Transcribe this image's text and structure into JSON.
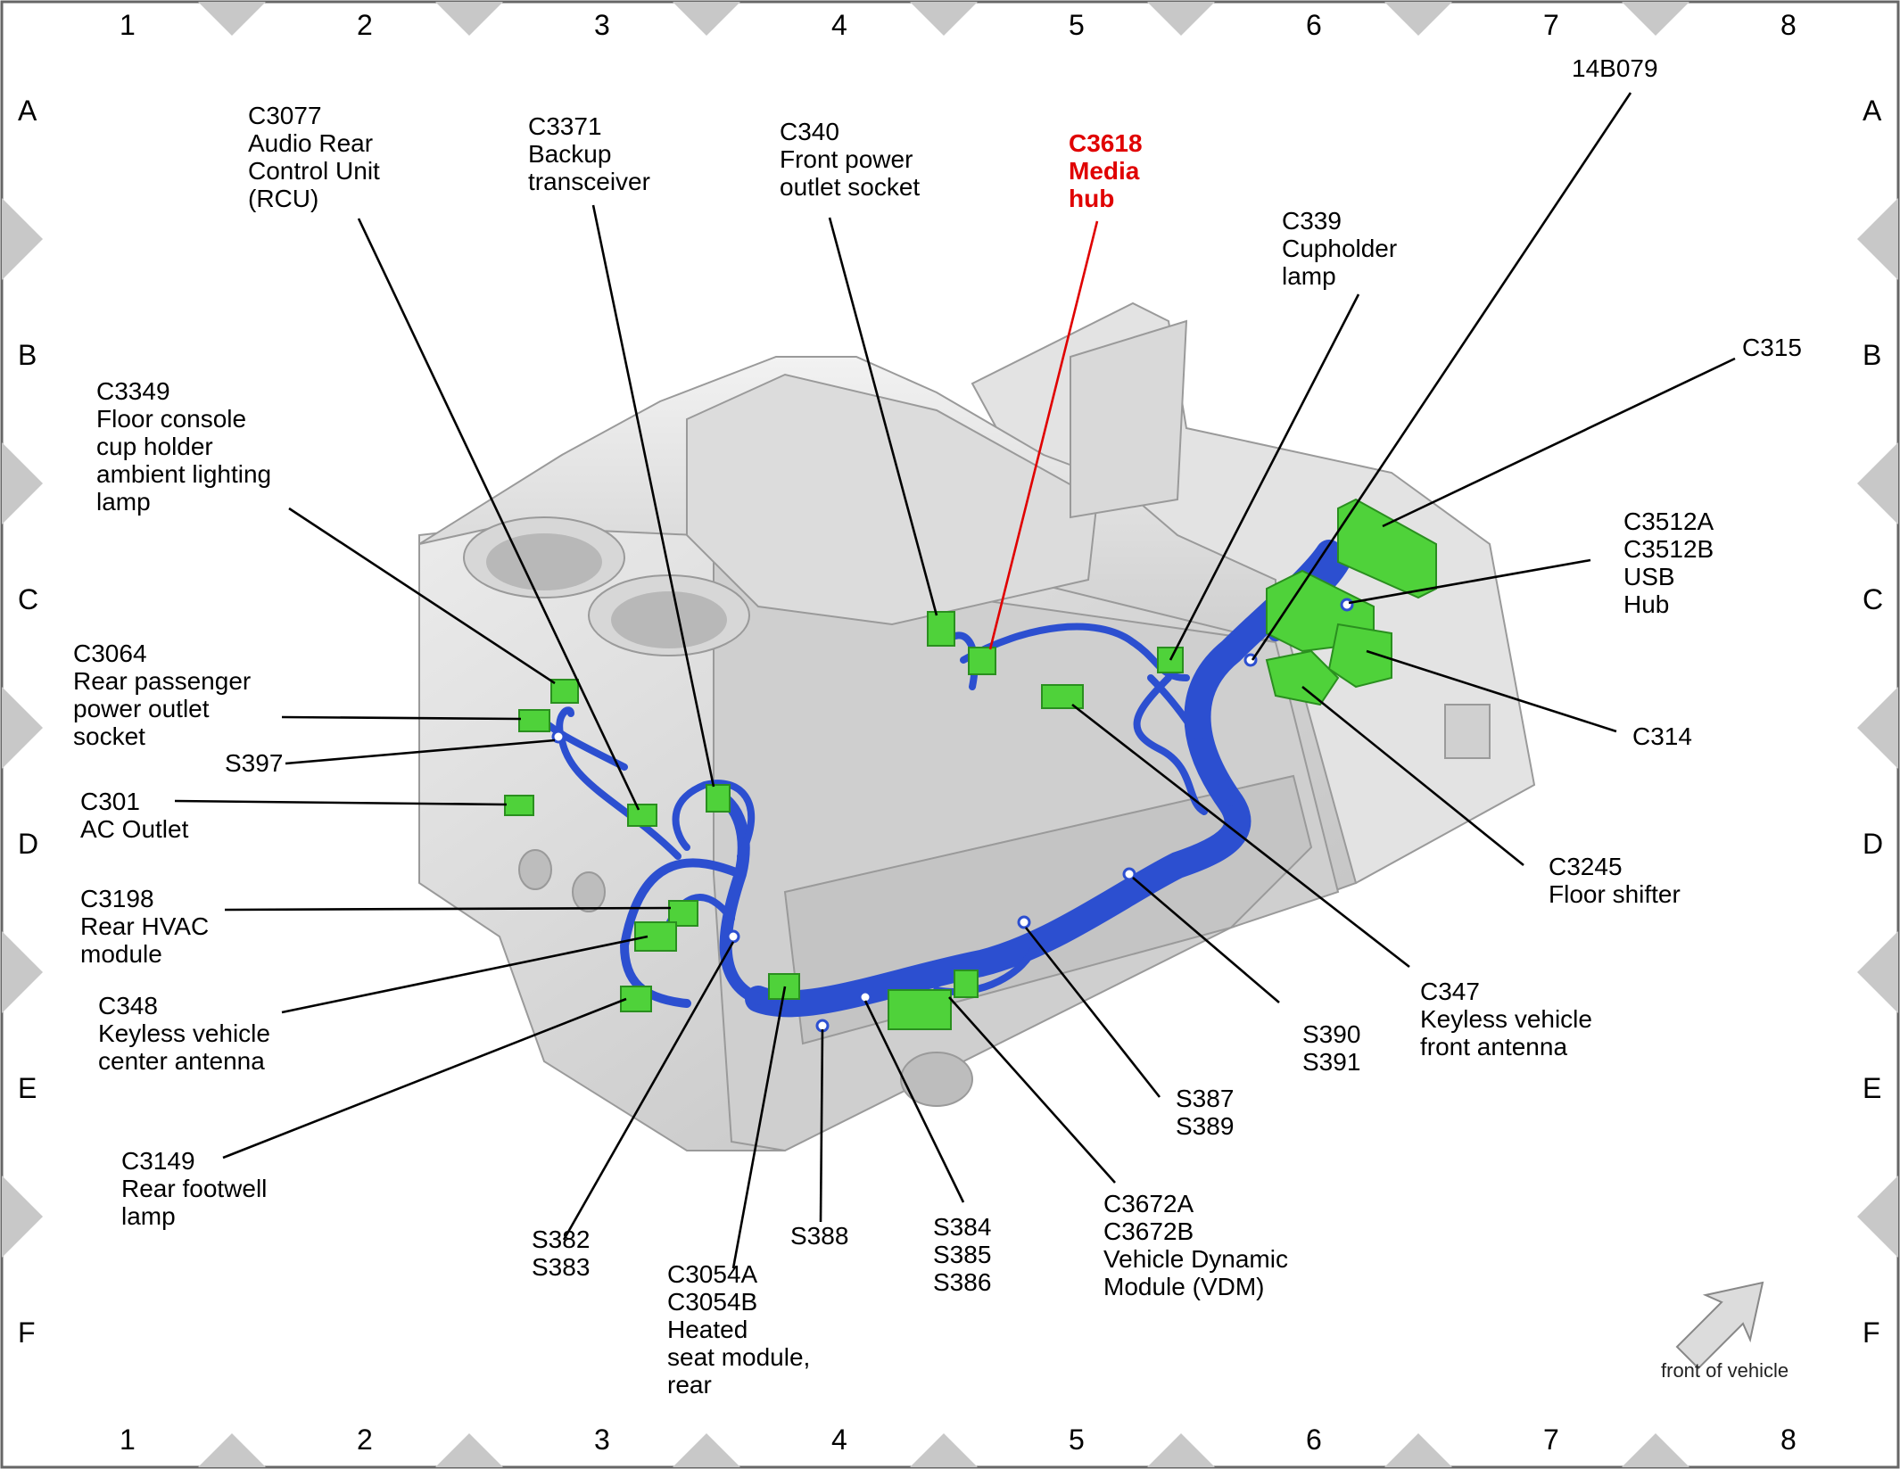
{
  "grid": {
    "columns": [
      "1",
      "2",
      "3",
      "4",
      "5",
      "6",
      "7",
      "8"
    ],
    "rows": [
      "A",
      "B",
      "C",
      "D",
      "E",
      "F"
    ]
  },
  "labels": [
    {
      "id": "c3077",
      "lines": [
        "C3077",
        "Audio Rear",
        "Control Unit",
        "(RCU)"
      ]
    },
    {
      "id": "c3371",
      "lines": [
        "C3371",
        "Backup",
        "transceiver"
      ]
    },
    {
      "id": "c340",
      "lines": [
        "C340",
        "Front power",
        "outlet socket"
      ]
    },
    {
      "id": "c3618",
      "lines": [
        "C3618",
        "Media",
        "hub"
      ],
      "highlight": true
    },
    {
      "id": "14b079",
      "lines": [
        "14B079"
      ]
    },
    {
      "id": "c339",
      "lines": [
        "C339",
        "Cupholder",
        "lamp"
      ]
    },
    {
      "id": "c315",
      "lines": [
        "C315"
      ]
    },
    {
      "id": "c3512",
      "lines": [
        "C3512A",
        "C3512B",
        "USB",
        "Hub"
      ]
    },
    {
      "id": "c314",
      "lines": [
        "C314"
      ]
    },
    {
      "id": "c3245",
      "lines": [
        "C3245",
        "Floor shifter"
      ]
    },
    {
      "id": "c347",
      "lines": [
        "C347",
        "Keyless vehicle",
        "front antenna"
      ]
    },
    {
      "id": "s390",
      "lines": [
        "S390",
        "S391"
      ]
    },
    {
      "id": "s387",
      "lines": [
        "S387",
        "S389"
      ]
    },
    {
      "id": "c3672",
      "lines": [
        "C3672A",
        "C3672B",
        "Vehicle Dynamic",
        "Module (VDM)"
      ]
    },
    {
      "id": "s384",
      "lines": [
        "S384",
        "S385",
        "S386"
      ]
    },
    {
      "id": "s388",
      "lines": [
        "S388"
      ]
    },
    {
      "id": "c3054",
      "lines": [
        "C3054A",
        "C3054B",
        "Heated",
        "seat module,",
        "rear"
      ]
    },
    {
      "id": "s382",
      "lines": [
        "S382",
        "S383"
      ]
    },
    {
      "id": "c3149",
      "lines": [
        "C3149",
        "Rear footwell",
        "lamp"
      ]
    },
    {
      "id": "c348",
      "lines": [
        "C348",
        "Keyless vehicle",
        "center antenna"
      ]
    },
    {
      "id": "c3198",
      "lines": [
        "C3198",
        "Rear HVAC",
        "module"
      ]
    },
    {
      "id": "c301",
      "lines": [
        "C301",
        "AC Outlet"
      ]
    },
    {
      "id": "s397",
      "lines": [
        "S397"
      ]
    },
    {
      "id": "c3064",
      "lines": [
        "C3064",
        "Rear passenger",
        "power outlet",
        "socket"
      ]
    },
    {
      "id": "c3349",
      "lines": [
        "C3349",
        "Floor console",
        "cup holder",
        "ambient lighting",
        "lamp"
      ]
    }
  ],
  "orientation_label": "front of vehicle",
  "colors": {
    "harness": "#2c4fd0",
    "connector": "#4fd23a",
    "console": "#d3d3d3",
    "highlight": "#e00000",
    "frame_marker": "#c8c8c8"
  }
}
